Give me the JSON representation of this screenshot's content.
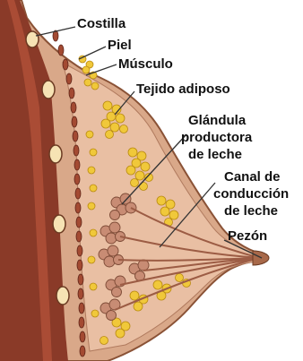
{
  "labels": {
    "costilla": "Costilla",
    "piel": "Piel",
    "musculo": "Músculo",
    "tejido_adiposo": "Tejido adiposo",
    "glandula_line1": "Glándula",
    "glandula_line2": "productora",
    "glandula_line3": "de leche",
    "canal_line1": "Canal de",
    "canal_line2": "conducción",
    "canal_line3": "de leche",
    "pezon": "Pezón"
  },
  "colors": {
    "skin": "#d9a889",
    "skin_dark": "#a8694a",
    "muscle": "#8a3a28",
    "muscle_light": "#b8543a",
    "fat": "#f0c83a",
    "fat_dark": "#c99a18",
    "tissue": "#e9bfa3",
    "lobule": "#c88c74",
    "leader": "#333333"
  },
  "icons": {
    "ribs": "rib-ovals",
    "fat_lobules": "yellow-fat-clusters",
    "gland_lobules": "grape-like-gland-clusters"
  }
}
